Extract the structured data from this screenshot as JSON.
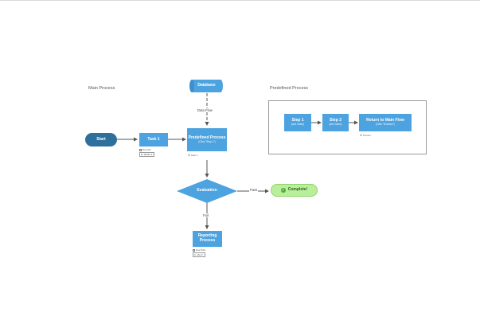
{
  "sections": {
    "main_process": "Main Process",
    "predefined_process": "Predefined Process"
  },
  "nodes": {
    "database": "Database",
    "start": "Start",
    "task1": "Task 1",
    "predefined_title": "Predefined Process",
    "predefined_sub": "(Click \"Step 1\")",
    "evaluation": "Evaluation",
    "complete": "Complete!",
    "reporting": "Reporting Process",
    "step1_title": "Step 1",
    "step1_sub": "(see notes)",
    "step2_title": "Step 2",
    "step2_sub": "(see notes)",
    "return_title": "Return to Main Flow",
    "return_sub": "(Click \"Decision\")"
  },
  "edge_labels": {
    "data_flow": "Data Flow",
    "pass": "Pass",
    "fail": "Fail"
  },
  "annotations": {
    "task1_due": "Due 5/1",
    "task1_owner": "E. Martin",
    "predefined_link": "⌘ Task 1",
    "section_link": "⌘ Section",
    "reporting_due": "Due 5/12",
    "reporting_owner": "C. Ido"
  },
  "colors": {
    "box": "#4da3e0",
    "start": "#2f6f9c",
    "complete": "#b9ef9a",
    "line": "#555555"
  }
}
